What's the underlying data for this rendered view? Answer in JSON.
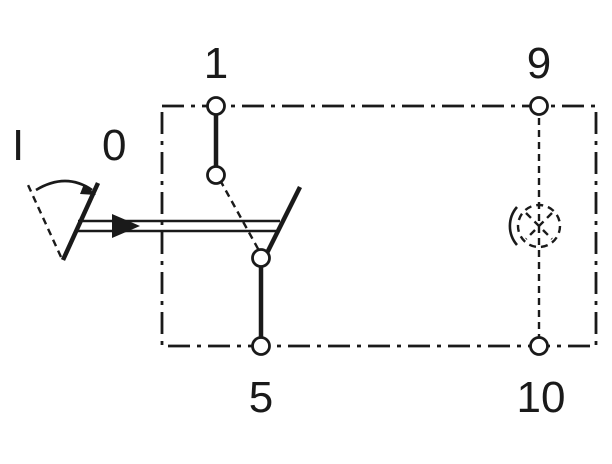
{
  "diagram": {
    "labels": {
      "position_on": "I",
      "position_off": "0",
      "terminal_1": "1",
      "terminal_9": "9",
      "terminal_5": "5",
      "terminal_10": "10"
    },
    "colors": {
      "line": "#1a1a1a",
      "background": "#ffffff"
    },
    "icons": {
      "lamp": "lamp-icon",
      "terminal": "terminal-circle-icon"
    }
  }
}
